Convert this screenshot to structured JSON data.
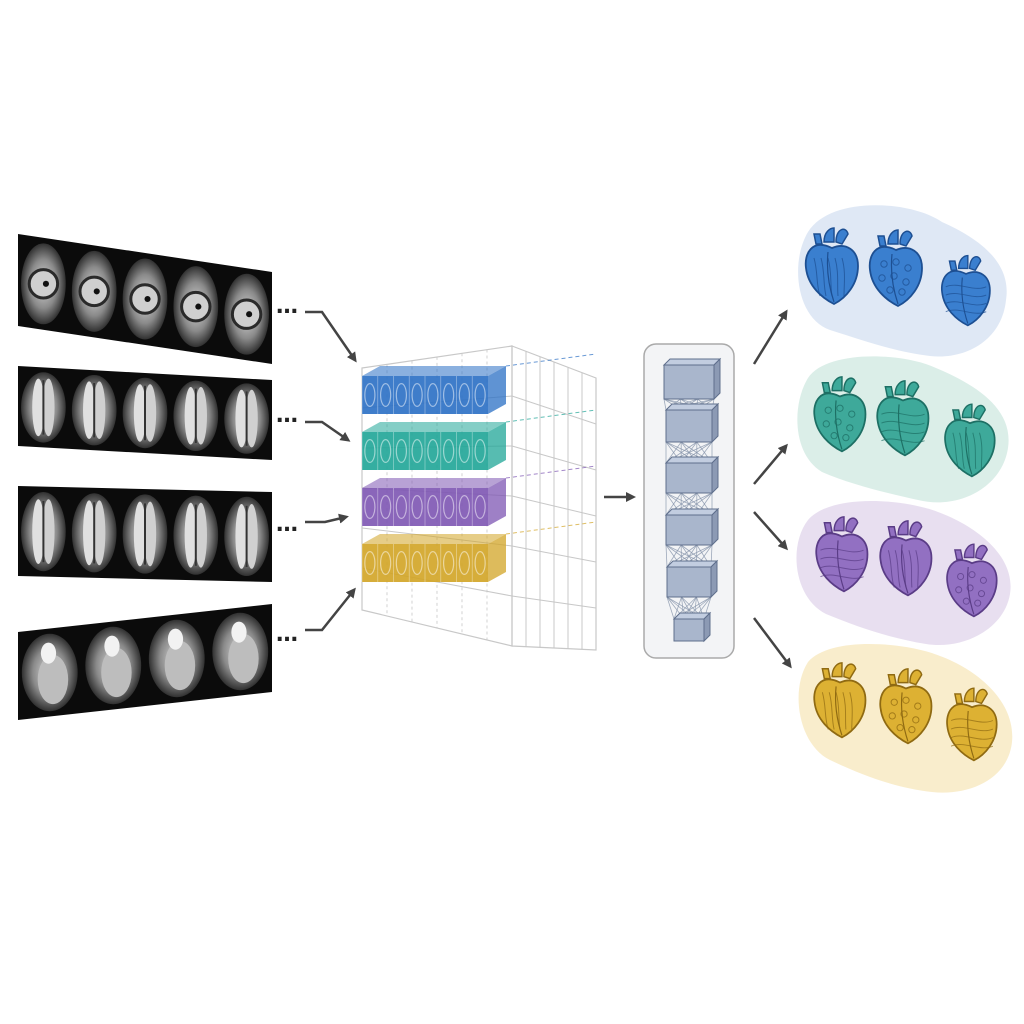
{
  "diagram": {
    "input_rows": [
      {
        "id": "short-axis",
        "continuation": "…",
        "frames": 5
      },
      {
        "id": "long-axis-a",
        "continuation": "…",
        "frames": 5
      },
      {
        "id": "long-axis-b",
        "continuation": "…",
        "frames": 5
      },
      {
        "id": "four-chamber",
        "continuation": "…",
        "frames": 4
      }
    ],
    "feature_bars": [
      {
        "id": "blue",
        "color": "#2a6fc4",
        "blocks": 8
      },
      {
        "id": "teal",
        "color": "#1fa597",
        "blocks": 8
      },
      {
        "id": "purple",
        "color": "#7d55b3",
        "blocks": 8
      },
      {
        "id": "gold",
        "color": "#d2a425",
        "blocks": 8
      }
    ],
    "network_layers": 6,
    "clusters": [
      {
        "id": "blue",
        "fill": "#dbe6f4",
        "heart": "#3a7fcf",
        "stroke": "#1d4f92",
        "hearts": 3
      },
      {
        "id": "teal",
        "fill": "#d7ece6",
        "heart": "#3ea99a",
        "stroke": "#1d6f64",
        "hearts": 3
      },
      {
        "id": "purple",
        "fill": "#e6dcee",
        "heart": "#9270c2",
        "stroke": "#5a3c86",
        "hearts": 3
      },
      {
        "id": "gold",
        "fill": "#f8ebc7",
        "heart": "#ddb133",
        "stroke": "#8f6a12",
        "hearts": 3
      }
    ],
    "colors": {
      "arrow": "#444444",
      "grid": "#c8c8c8",
      "network_box": "#f3f4f6",
      "network_cube": "#a9b6cc"
    }
  }
}
